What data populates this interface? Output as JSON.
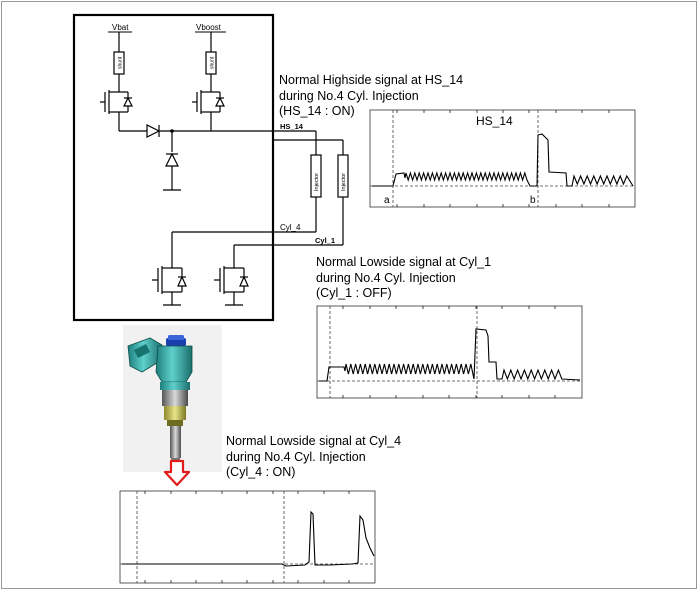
{
  "schematic": {
    "vbat_label": "Vbat",
    "vboost_label": "Vboost",
    "shunt_label": "shunt",
    "node_hs": "HS_14",
    "node_cyl4": "Cyl_4",
    "node_cyl1": "Cyl_1",
    "injector_label": "Injector"
  },
  "captions": {
    "hs": [
      "Normal Highside signal at HS_14",
      "during No.4 Cyl. Injection",
      "(HS_14 : ON)"
    ],
    "cyl1": [
      "Normal Lowside signal at Cyl_1",
      "during No.4 Cyl. Injection",
      "(Cyl_1 : OFF)"
    ],
    "cyl4": [
      "Normal Lowside signal at Cyl_4",
      "during No.4 Cyl. Injection",
      "(Cyl_4 : ON)"
    ]
  },
  "scopes": {
    "hs": {
      "title": "HS_14",
      "marker_a": "a",
      "marker_b": "b"
    }
  },
  "colors": {
    "injector_body": "#2fa3a0",
    "arrow": "#e21b1b"
  }
}
